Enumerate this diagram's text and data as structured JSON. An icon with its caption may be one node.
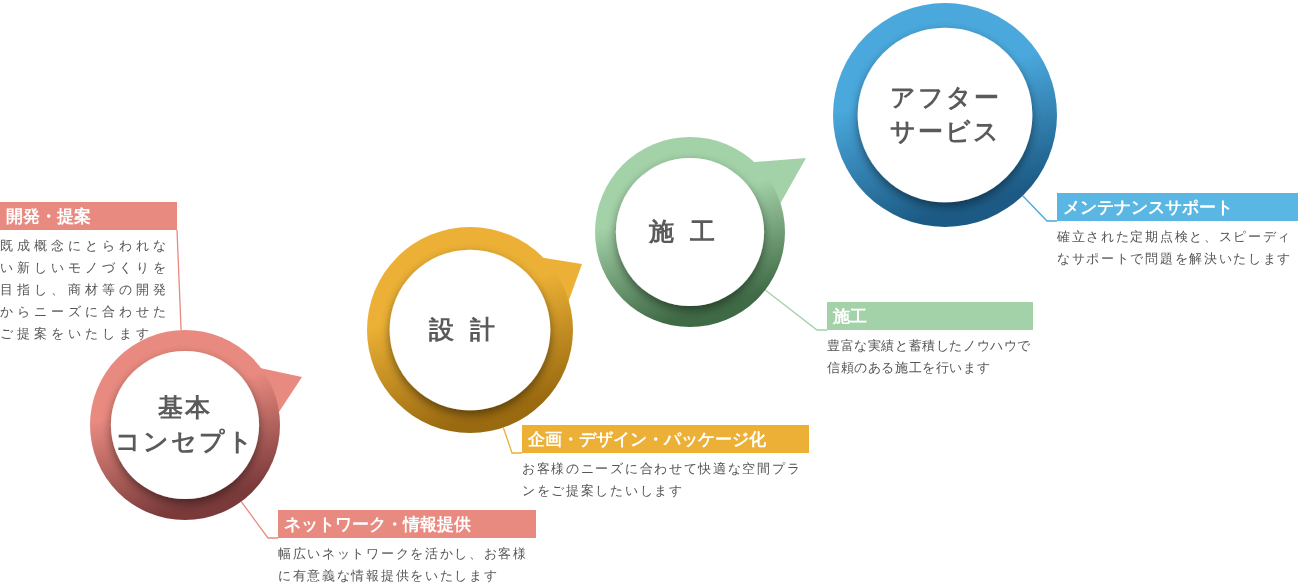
{
  "diagram": {
    "nodes": [
      {
        "text": [
          "基本コンセプト"
        ]
      },
      {
        "text": [
          "開発・提案",
          "既成概念にとらわれない新しいモノづくりを目指し、商材等の開発からニーズに合わせたご提案をいたします"
        ]
      },
      {
        "text": [
          "ネットワーク・情報提供",
          "幅広いネットワークを活かし、お客様に有意義な情報提供をいたします"
        ]
      },
      {
        "text": [
          "設計"
        ]
      },
      {
        "text": [
          "企画・デザイン・パッケージ化",
          "お客様のニーズに合わせて快適な空間プランをご提案したいします"
        ]
      },
      {
        "text": [
          "施工"
        ]
      },
      {
        "text": [
          "施工",
          "豊富な実績と蓄積したノウハウで信頼のある施工を行います"
        ]
      },
      {
        "text": [
          "アフターサービス"
        ]
      },
      {
        "text": [
          "メンテナンスサポート",
          "確立された定期点検と、スピーディなサポートで問題を解決いたします"
        ]
      }
    ],
    "edges": [
      {
        "from": 0,
        "to": 1,
        "arrow": "none",
        "color": "#e88a80"
      },
      {
        "from": 0,
        "to": 2,
        "arrow": "none",
        "color": "#e88a80"
      },
      {
        "from": 3,
        "to": 4,
        "arrow": "none",
        "color": "#ebb035"
      },
      {
        "from": 5,
        "to": 6,
        "arrow": "none",
        "color": "#a3d1a8"
      },
      {
        "from": 7,
        "to": 8,
        "arrow": "none",
        "color": "#4aa8dc"
      }
    ]
  }
}
